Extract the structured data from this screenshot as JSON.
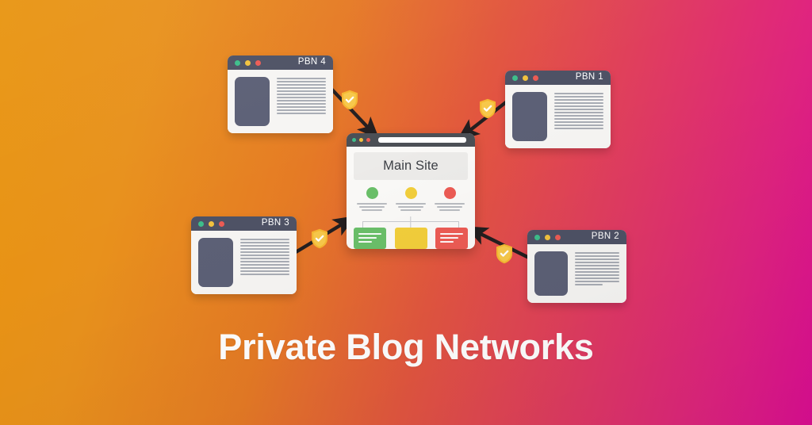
{
  "caption": "Private Blog Networks",
  "background": {
    "gradient_from": "#E8940F",
    "gradient_to": "#DE0E94",
    "direction": "left-orange to right-magenta (diagonal)"
  },
  "main_site": {
    "title": "Main Site",
    "titlebar_dots": [
      "#3DBE8B",
      "#F2C23E",
      "#EC5B54"
    ],
    "urlbar_color": "#FFFFFF",
    "columns": [
      {
        "circle_color": "#6ABF69",
        "lines": 3
      },
      {
        "circle_color": "#F2CE3B",
        "lines": 3
      },
      {
        "circle_color": "#EC5B54",
        "lines": 3
      }
    ],
    "cards": [
      {
        "color": "#6ABF69",
        "lines": 3
      },
      {
        "color": "#F2CE3B",
        "lines": 0
      },
      {
        "color": "#EC5B54",
        "lines": 3
      }
    ]
  },
  "nodes": [
    {
      "id": "pbn4",
      "title": "PBN 4",
      "position": "top-left"
    },
    {
      "id": "pbn1",
      "title": "PBN 1",
      "position": "top-right"
    },
    {
      "id": "pbn3",
      "title": "PBN 3",
      "position": "bottom-left"
    },
    {
      "id": "pbn2",
      "title": "PBN 2",
      "position": "bottom-right"
    }
  ],
  "window_chrome": {
    "titlebar_color": "#4E5265",
    "body_color": "#F6F5F3",
    "thumbnail_color": "#5C6076",
    "dots": [
      "#3DBE8B",
      "#F2C23E",
      "#EC5B54"
    ]
  },
  "arrows": [
    {
      "from": "pbn4",
      "to": "main-site",
      "direction": "down-right"
    },
    {
      "from": "pbn1",
      "to": "main-site",
      "direction": "down-left"
    },
    {
      "from": "pbn3",
      "to": "main-site",
      "direction": "up-right"
    },
    {
      "from": "pbn2",
      "to": "main-site",
      "direction": "up-left"
    }
  ],
  "shields": {
    "count": 4,
    "icon": "shield-check-icon",
    "fill_color": "#F5B731",
    "check_color": "#FFFFFF",
    "meaning": "verified backlink"
  }
}
